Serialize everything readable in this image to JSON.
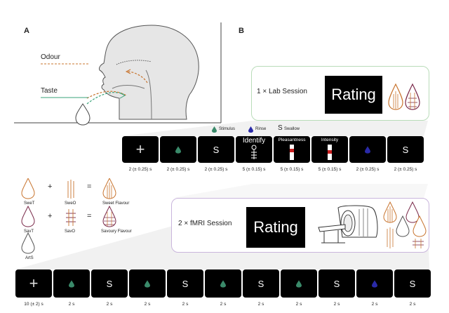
{
  "panel_a": {
    "label": "A",
    "odour_label": "Odour",
    "taste_label": "Taste",
    "colors": {
      "odour": "#c8742e",
      "taste": "#3aa37a"
    }
  },
  "panel_b": {
    "label": "B",
    "lab_session": {
      "label": "1 × Lab Session",
      "rating_label": "Rating",
      "border_color": "#b9dcb9"
    },
    "legend": {
      "stimulus": "Stimulus",
      "rinse": "Rinse",
      "swallow_symbol": "S",
      "swallow": "Swallow",
      "stimulus_color": "#3a8a6a",
      "rinse_color": "#2a2aa8"
    },
    "lab_sequence": [
      {
        "kind": "fixation",
        "symbol": "+",
        "timing": "2 (± 0.25) s"
      },
      {
        "kind": "stimulus",
        "symbol": "",
        "timing": "2 (± 0.25) s"
      },
      {
        "kind": "swallow",
        "symbol": "S",
        "timing": "2 (± 0.25) s"
      },
      {
        "kind": "identify",
        "symbol": "Identify",
        "timing": "5 (± 0.15) s"
      },
      {
        "kind": "pleasantness",
        "symbol": "Pleasantness",
        "timing": "5 (± 0.15) s"
      },
      {
        "kind": "intensity",
        "symbol": "Intensity",
        "timing": "5 (± 0.15) s"
      },
      {
        "kind": "rinse",
        "symbol": "",
        "timing": "2 (± 0.25) s"
      },
      {
        "kind": "swallow",
        "symbol": "S",
        "timing": "2 (± 0.25) s"
      }
    ],
    "flavour_key": {
      "swet": "SweT",
      "sweo": "SweO",
      "sweet_flavour": "Sweet Flavour",
      "savt": "SavT",
      "savo": "SavO",
      "savoury_flavour": "Savoury Flavour",
      "arts": "ArtS",
      "plus": "+",
      "equals": "=",
      "sweet_color": "#c8742e",
      "savoury_color": "#7a2a4a"
    },
    "fmri_session": {
      "label": "2 × fMRI Session",
      "rating_label": "Rating",
      "border_color": "#c9b5dc"
    },
    "fmri_sequence": [
      {
        "kind": "fixation",
        "symbol": "+",
        "timing": "10 (± 2)  s"
      },
      {
        "kind": "stimulus",
        "symbol": "",
        "timing": "2 s"
      },
      {
        "kind": "swallow",
        "symbol": "S",
        "timing": "2 s"
      },
      {
        "kind": "stimulus",
        "symbol": "",
        "timing": "2 s"
      },
      {
        "kind": "swallow",
        "symbol": "S",
        "timing": "2 s"
      },
      {
        "kind": "stimulus",
        "symbol": "",
        "timing": "2 s"
      },
      {
        "kind": "swallow",
        "symbol": "S",
        "timing": "2 s"
      },
      {
        "kind": "stimulus",
        "symbol": "",
        "timing": "2 s"
      },
      {
        "kind": "swallow",
        "symbol": "S",
        "timing": "2 s"
      },
      {
        "kind": "rinse",
        "symbol": "",
        "timing": "2 s"
      },
      {
        "kind": "swallow",
        "symbol": "S",
        "timing": "2 s"
      }
    ]
  }
}
